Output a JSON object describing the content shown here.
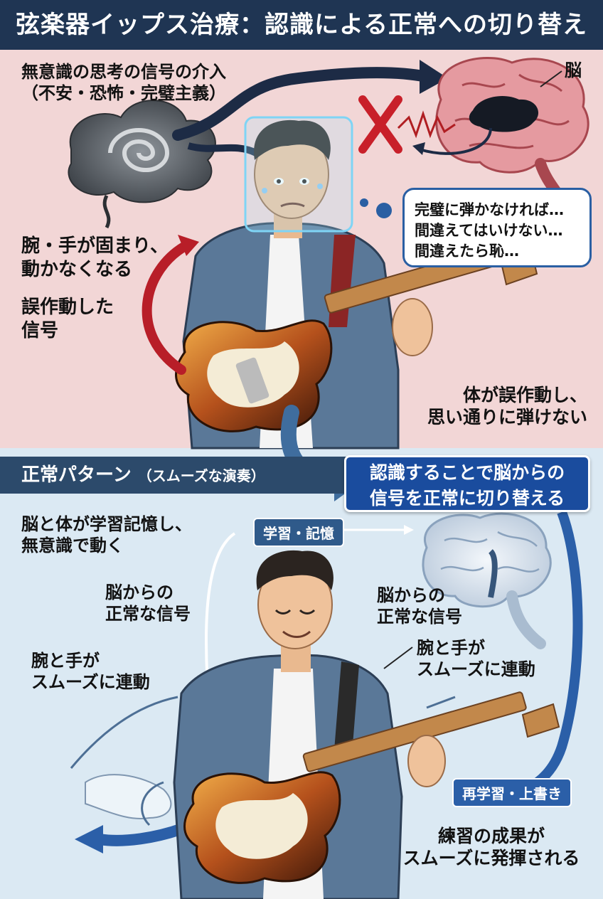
{
  "title": "弦楽器イップス治療：認識による正常への切り替え",
  "top": {
    "intrusion_label": [
      "無意識の思考の信号の介入",
      "（不安・恐怖・完璧主義）"
    ],
    "brain_label": "脳",
    "bubble_lines": [
      "完璧に弾かなければ…",
      "間違えてはいけない…",
      "間違えたら恥…"
    ],
    "arm_freeze": [
      "腕・手が固まり、",
      "動かなくなる"
    ],
    "misfire_signal": [
      "誤作動した",
      "信号"
    ],
    "body_misfire": [
      "体が誤作動し、",
      "思い通りに弾けない"
    ]
  },
  "bottom": {
    "section_title": "正常パターン",
    "section_subtitle": "（スムーズな演奏）",
    "cta_lines": [
      "認識することで脳からの",
      "信号を正常に切り替える"
    ],
    "learn_tag": "学習・記憶",
    "learn_memory": [
      "脳と体が学習記憶し、",
      "無意識で動く"
    ],
    "normal_signal_left": [
      "脳からの",
      "正常な信号"
    ],
    "normal_signal_right": [
      "脳からの",
      "正常な信号"
    ],
    "arm_smooth_left": [
      "腕と手が",
      "スムーズに連動"
    ],
    "arm_smooth_right": [
      "腕と手が",
      "スムーズに連動"
    ],
    "relearn_tag": "再学習・上書き",
    "result": [
      "練習の成果が",
      "スムーズに発揮される"
    ]
  },
  "colors": {
    "title_bg": "#1f3553",
    "top_bg": "#f2d6d6",
    "bottom_bg": "#dbe9f3",
    "accent_blue": "#1a4c9e",
    "cross_red": "#c8202a"
  }
}
